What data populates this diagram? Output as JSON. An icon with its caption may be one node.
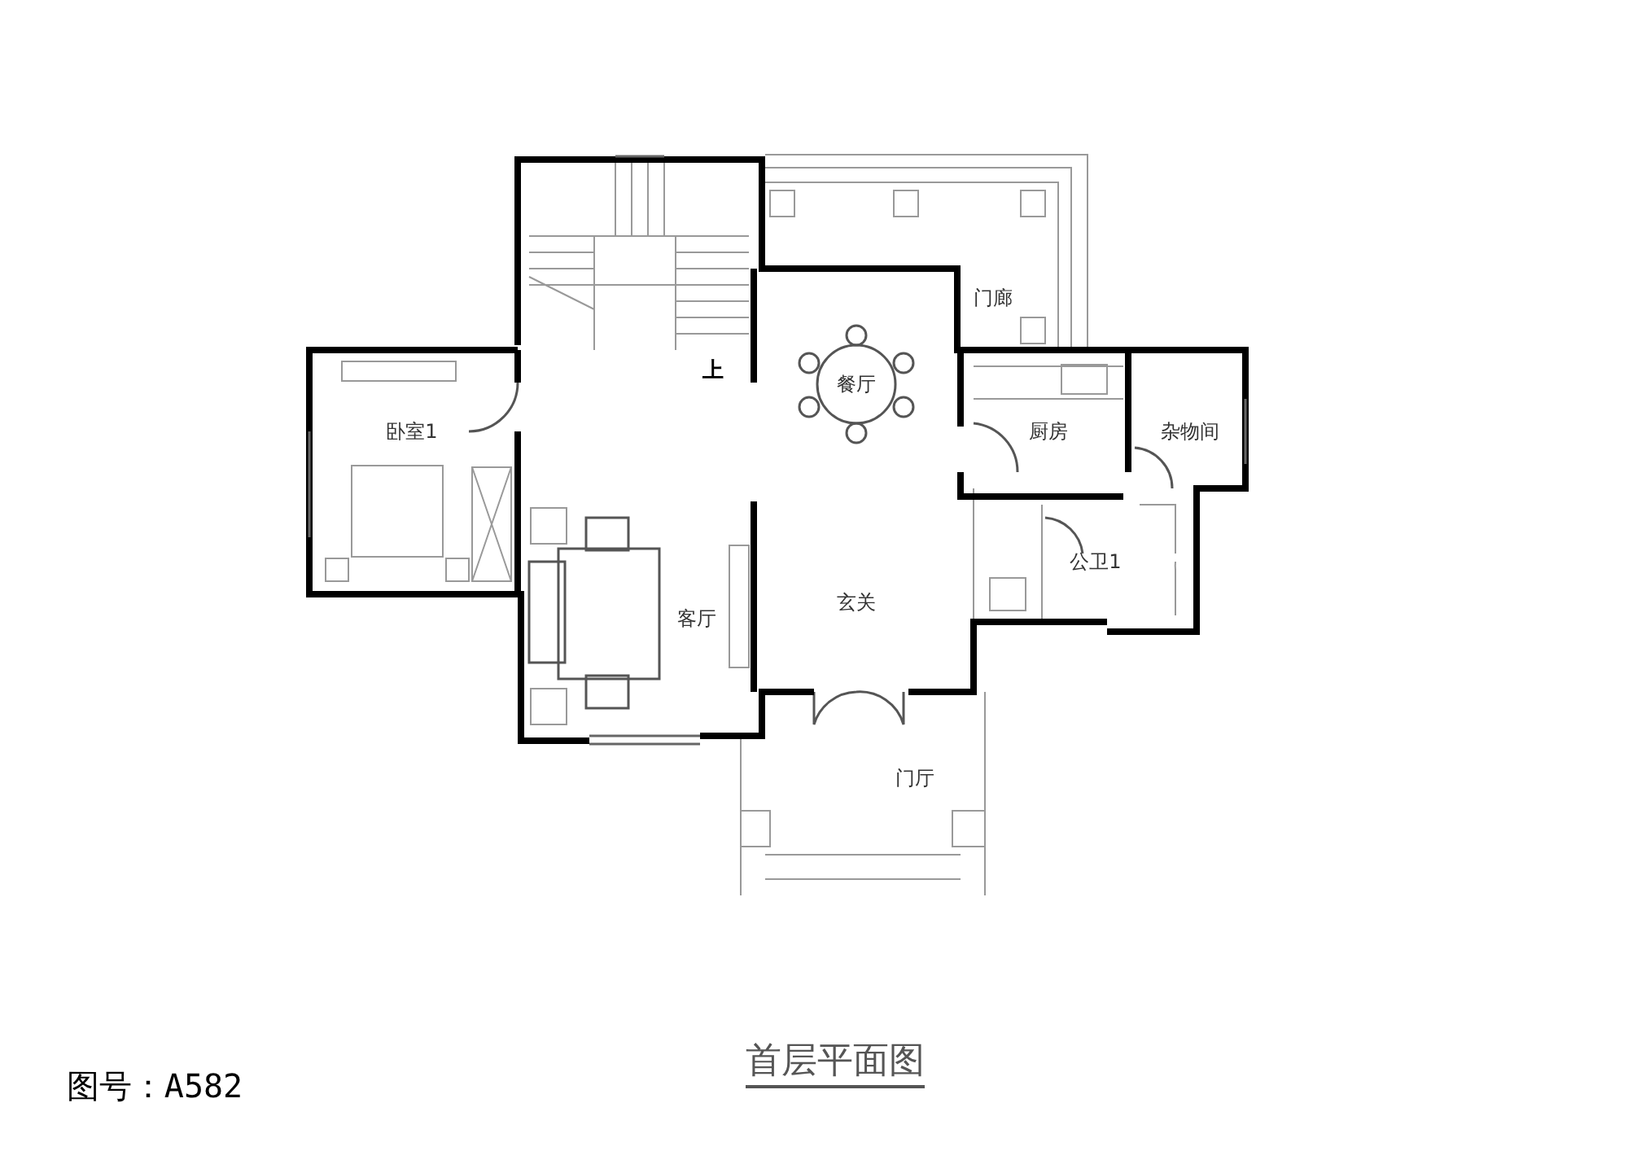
{
  "diagram": {
    "title": "首层平面图",
    "labels": [
      "门廊",
      "餐厅",
      "上",
      "卧室1",
      "厨房",
      "杂物间",
      "公卫1",
      "玄关",
      "客厅",
      "门厅",
      "图号：A582"
    ]
  }
}
